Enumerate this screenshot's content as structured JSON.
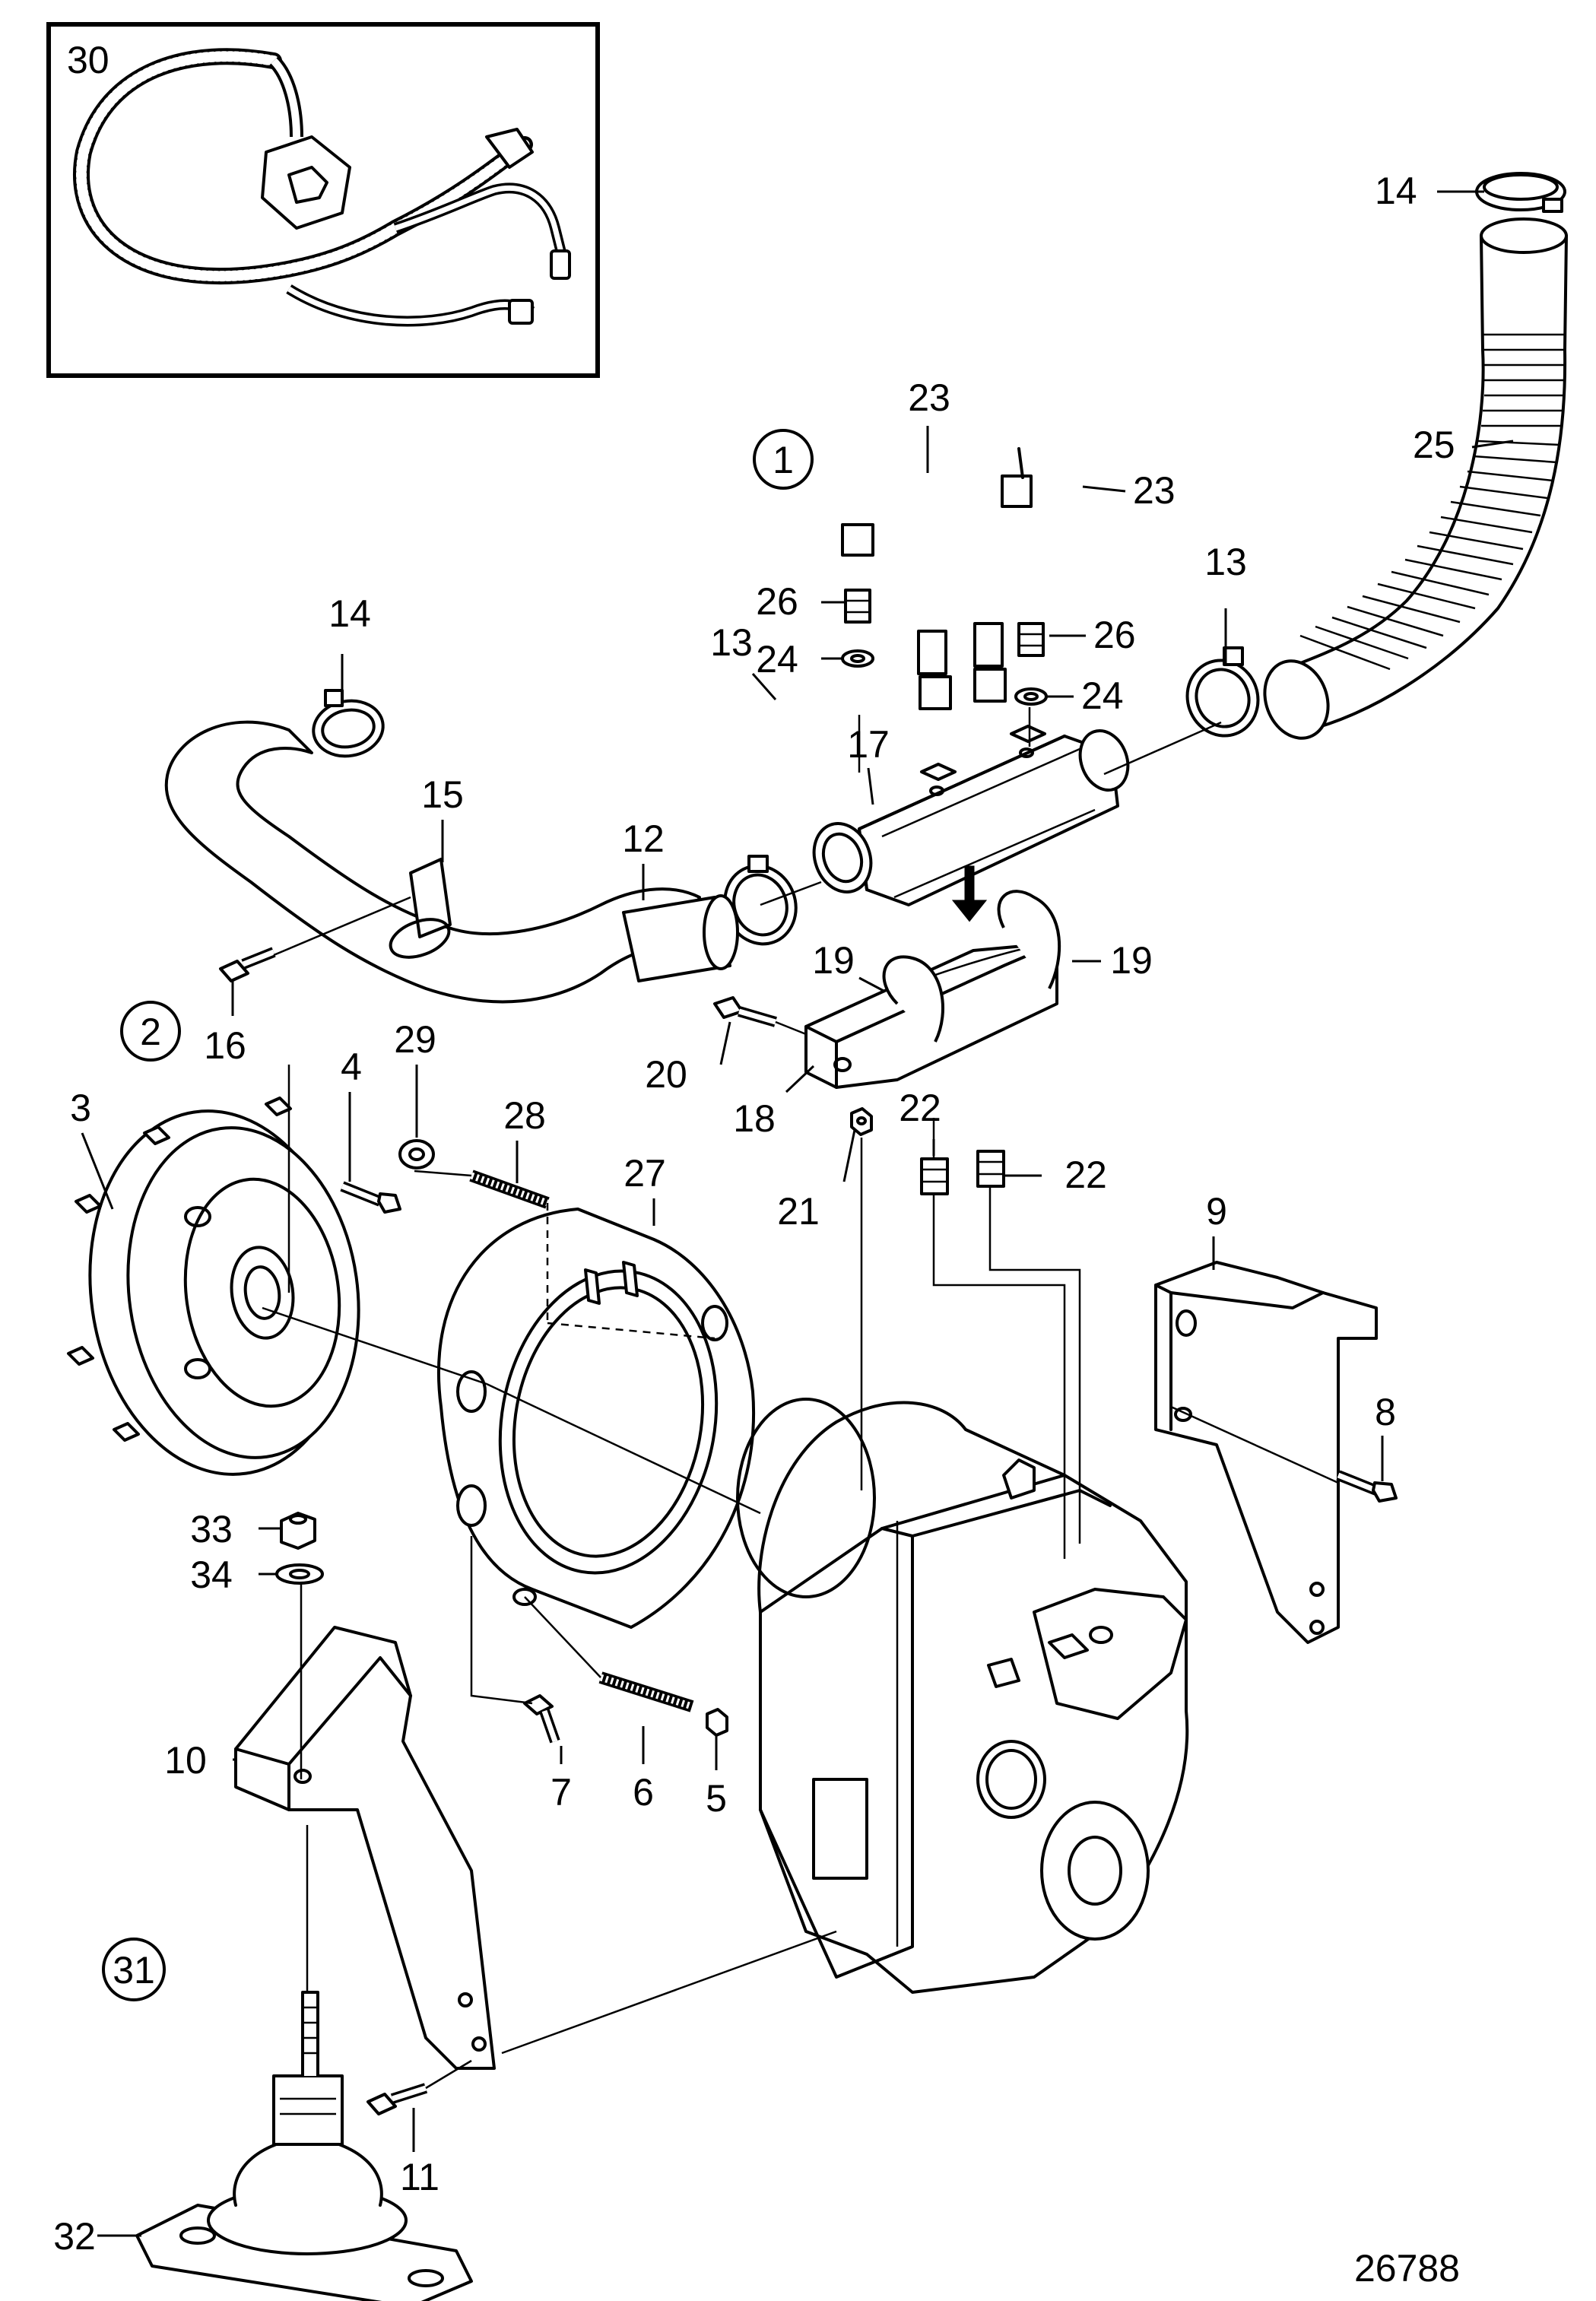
{
  "diagram_id": "26788",
  "inset": {
    "label": "30"
  },
  "circled_callouts": [
    {
      "id": "c1",
      "text": "1"
    },
    {
      "id": "c2",
      "text": "2"
    },
    {
      "id": "c31",
      "text": "31"
    }
  ],
  "callouts": [
    {
      "id": "l14a",
      "text": "14"
    },
    {
      "id": "l14b",
      "text": "14"
    },
    {
      "id": "l25",
      "text": "25"
    },
    {
      "id": "l23a",
      "text": "23"
    },
    {
      "id": "l23b",
      "text": "23"
    },
    {
      "id": "l26a",
      "text": "26"
    },
    {
      "id": "l26b",
      "text": "26"
    },
    {
      "id": "l24a",
      "text": "24"
    },
    {
      "id": "l24b",
      "text": "24"
    },
    {
      "id": "l13a",
      "text": "13"
    },
    {
      "id": "l13b",
      "text": "13"
    },
    {
      "id": "l17",
      "text": "17"
    },
    {
      "id": "l15",
      "text": "15"
    },
    {
      "id": "l12",
      "text": "12"
    },
    {
      "id": "l16",
      "text": "16"
    },
    {
      "id": "l19a",
      "text": "19"
    },
    {
      "id": "l19b",
      "text": "19"
    },
    {
      "id": "l20",
      "text": "20"
    },
    {
      "id": "l18",
      "text": "18"
    },
    {
      "id": "l22a",
      "text": "22"
    },
    {
      "id": "l22b",
      "text": "22"
    },
    {
      "id": "l21",
      "text": "21"
    },
    {
      "id": "l29",
      "text": "29"
    },
    {
      "id": "l4",
      "text": "4"
    },
    {
      "id": "l28",
      "text": "28"
    },
    {
      "id": "l3",
      "text": "3"
    },
    {
      "id": "l27",
      "text": "27"
    },
    {
      "id": "l9",
      "text": "9"
    },
    {
      "id": "l8",
      "text": "8"
    },
    {
      "id": "l33",
      "text": "33"
    },
    {
      "id": "l34",
      "text": "34"
    },
    {
      "id": "l10",
      "text": "10"
    },
    {
      "id": "l7",
      "text": "7"
    },
    {
      "id": "l6",
      "text": "6"
    },
    {
      "id": "l5",
      "text": "5"
    },
    {
      "id": "l11",
      "text": "11"
    },
    {
      "id": "l32",
      "text": "32"
    }
  ]
}
